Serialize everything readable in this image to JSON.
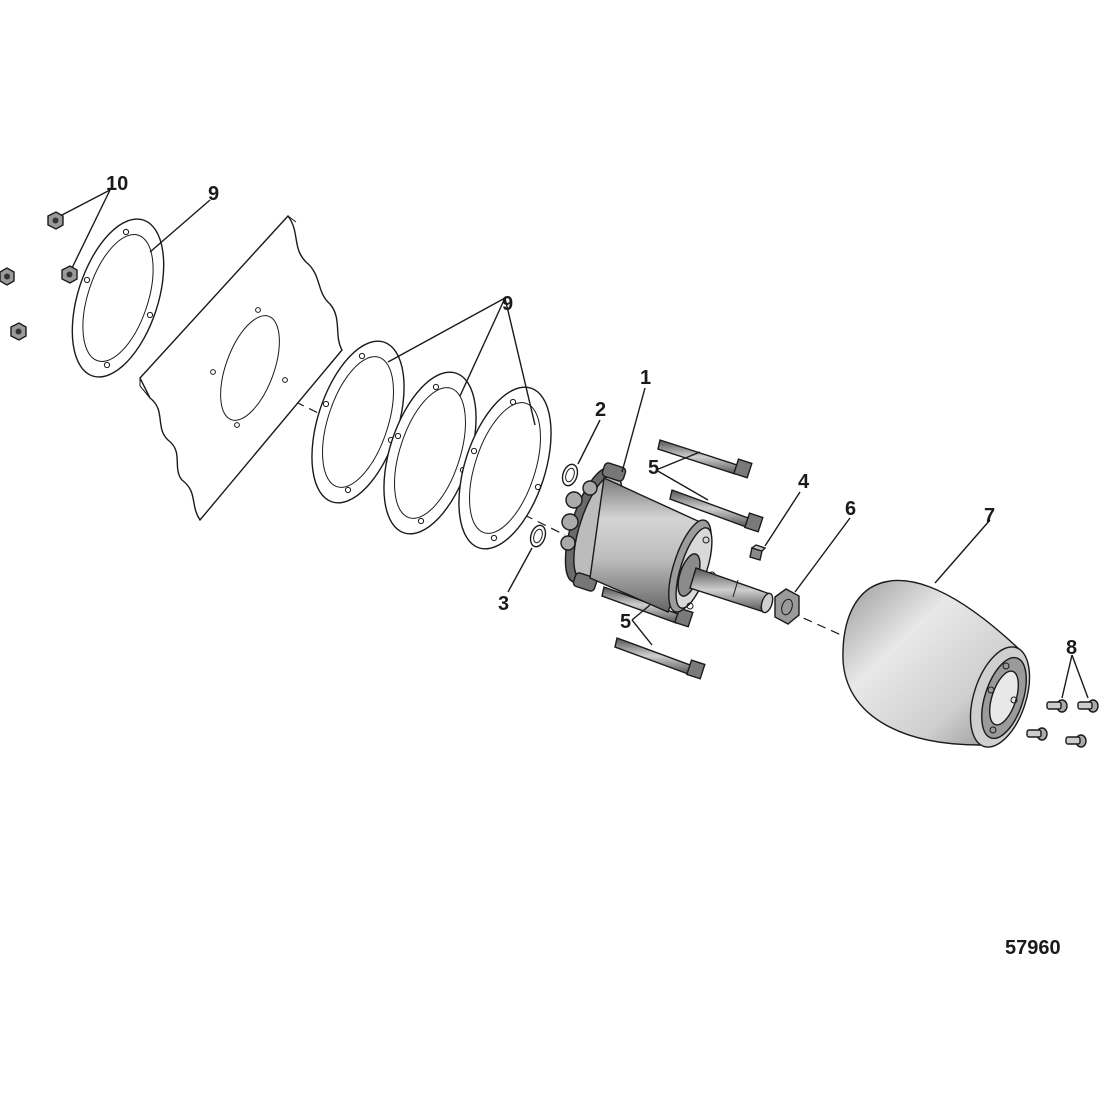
{
  "figure_number": "57960",
  "callouts": {
    "c1": "1",
    "c2": "2",
    "c3": "3",
    "c4": "4",
    "c5a": "5",
    "c5b": "5",
    "c6": "6",
    "c7": "7",
    "c8": "8",
    "c9a": "9",
    "c9b": "9",
    "c10": "10"
  },
  "colors": {
    "line": "#1a1a1a",
    "shade_dark": "#6e6e6e",
    "shade_light": "#d8d8d8"
  }
}
